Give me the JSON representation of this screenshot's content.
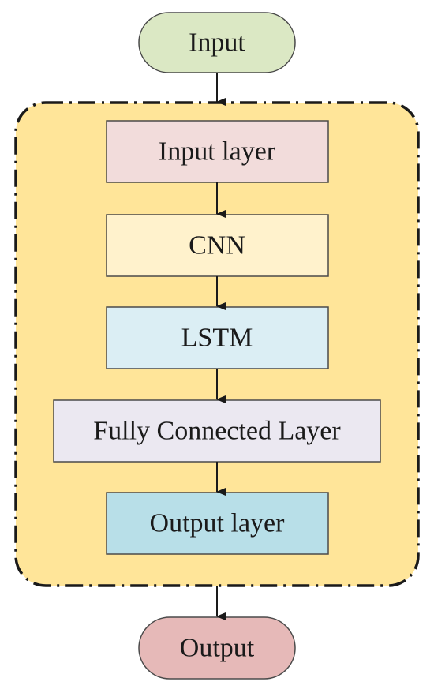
{
  "diagram": {
    "nodes": {
      "input": {
        "label": "Input",
        "fill": "#dbe8c4"
      },
      "input_layer": {
        "label": "Input layer",
        "fill": "#f2dcdb"
      },
      "cnn": {
        "label": "CNN",
        "fill": "#fff2cc"
      },
      "lstm": {
        "label": "LSTM",
        "fill": "#dbeef4"
      },
      "fully_connected": {
        "label": "Fully Connected Layer",
        "fill": "#ebe8f1"
      },
      "output_layer": {
        "label": "Output layer",
        "fill": "#b8dfe8"
      },
      "output": {
        "label": "Output",
        "fill": "#e6b9b8"
      }
    },
    "container": {
      "fill": "#ffe599",
      "border": "#1a1a1a",
      "border_style": "dash-dot"
    },
    "colors": {
      "stroke": "#2b2b2b",
      "arrow": "#1a1a1a"
    }
  }
}
